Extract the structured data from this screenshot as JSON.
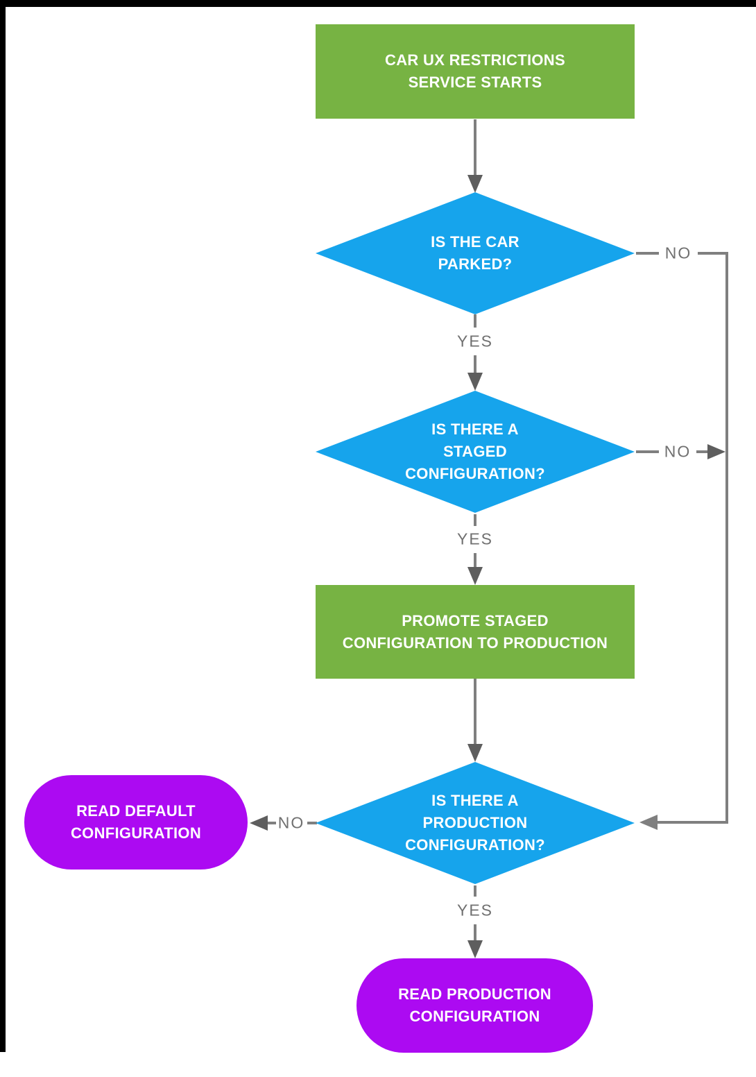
{
  "colors": {
    "process_green": "#77B343",
    "decision_blue": "#16A4EC",
    "terminal_purple": "#AC0AF2",
    "connector_gray": "#7F7F7F",
    "arrowhead_gray": "#5E5E5E",
    "label_gray": "#707070",
    "node_text_white": "#FFFFFF",
    "frame_black": "#000000",
    "background_white": "#FFFFFF"
  },
  "nodes": {
    "start": {
      "label": "CAR UX RESTRICTIONS\nSERVICE STARTS",
      "shape": "rectangle",
      "color": "#77B343"
    },
    "is_parked": {
      "label": "IS THE CAR\nPARKED?",
      "shape": "diamond",
      "color": "#16A4EC"
    },
    "has_staged": {
      "label": "IS THERE A\nSTAGED\nCONFIGURATION?",
      "shape": "diamond",
      "color": "#16A4EC"
    },
    "promote": {
      "label": "PROMOTE STAGED\nCONFIGURATION TO PRODUCTION",
      "shape": "rectangle",
      "color": "#77B343"
    },
    "has_production": {
      "label": "IS THERE A\nPRODUCTION\nCONFIGURATION?",
      "shape": "diamond",
      "color": "#16A4EC"
    },
    "read_default": {
      "label": "READ DEFAULT\nCONFIGURATION",
      "shape": "rounded-pill",
      "color": "#AC0AF2"
    },
    "read_production": {
      "label": "READ PRODUCTION\nCONFIGURATION",
      "shape": "rounded-pill",
      "color": "#AC0AF2"
    }
  },
  "edge_labels": {
    "parked_no": "NO",
    "parked_yes": "YES",
    "staged_no": "NO",
    "staged_yes": "YES",
    "production_no": "NO",
    "production_yes": "YES"
  }
}
